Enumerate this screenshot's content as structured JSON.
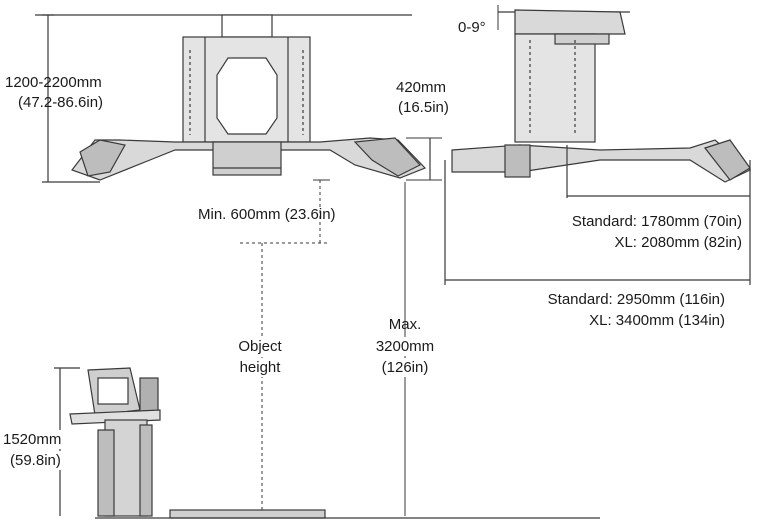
{
  "colors": {
    "line": "#3a3a3a",
    "fill": "#d9d9d9",
    "dark": "#9a9a9a",
    "dim": "#555555"
  },
  "labels": {
    "head_height_mm": "1200-2200mm",
    "head_height_in": "(47.2-86.6in)",
    "arm_height_mm": "420mm",
    "arm_height_in": "(16.5in)",
    "min_gap": "Min. 600mm (23.6in)",
    "object_line1": "Object",
    "object_line2": "height",
    "max_line1": "Max.",
    "max_line2": "3200mm",
    "max_line3": "(126in)",
    "console_mm": "1520mm",
    "console_in": "(59.8in)",
    "tilt": "0-9°",
    "inner_std": "Standard: 1780mm (70in)",
    "inner_xl": "XL: 2080mm (82in)",
    "outer_std": "Standard: 2950mm (116in)",
    "outer_xl": "XL: 3400mm (134in)"
  }
}
